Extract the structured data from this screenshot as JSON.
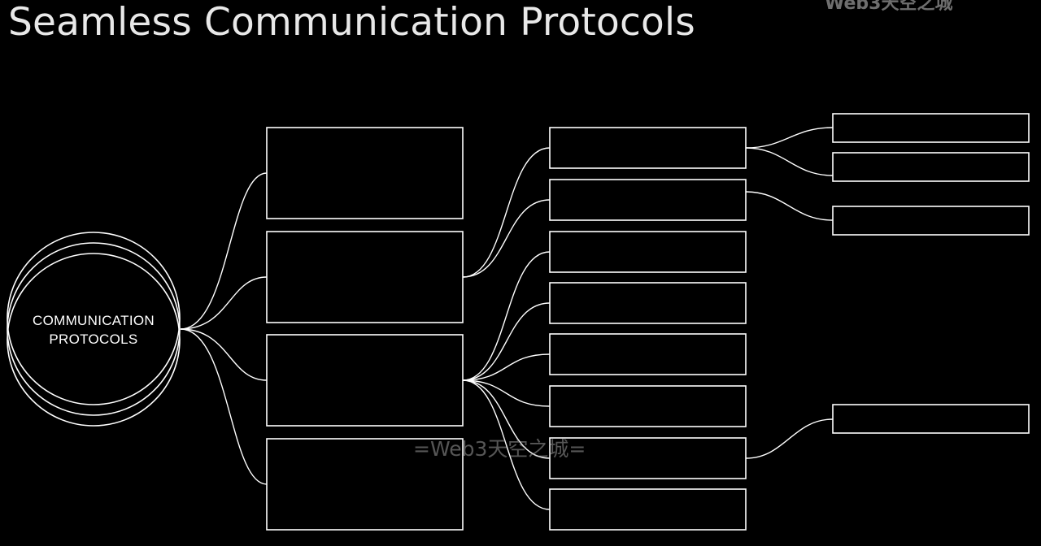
{
  "title": "Seamless Communication Protocols",
  "hub": {
    "label_line1": "COMMUNICATION",
    "label_line2": "PROTOCOLS"
  },
  "level1_count": 4,
  "level2_count": 8,
  "level3_count": 4,
  "watermark": "=Web3天空之城=",
  "top_watermark": "Web3天空之城"
}
